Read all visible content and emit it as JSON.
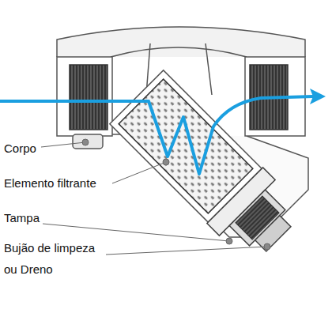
{
  "diagram": {
    "labels": [
      "Corpo",
      "Elemento filtrante",
      "Tampa",
      "Bujão de limpeza ou Dreno"
    ]
  }
}
